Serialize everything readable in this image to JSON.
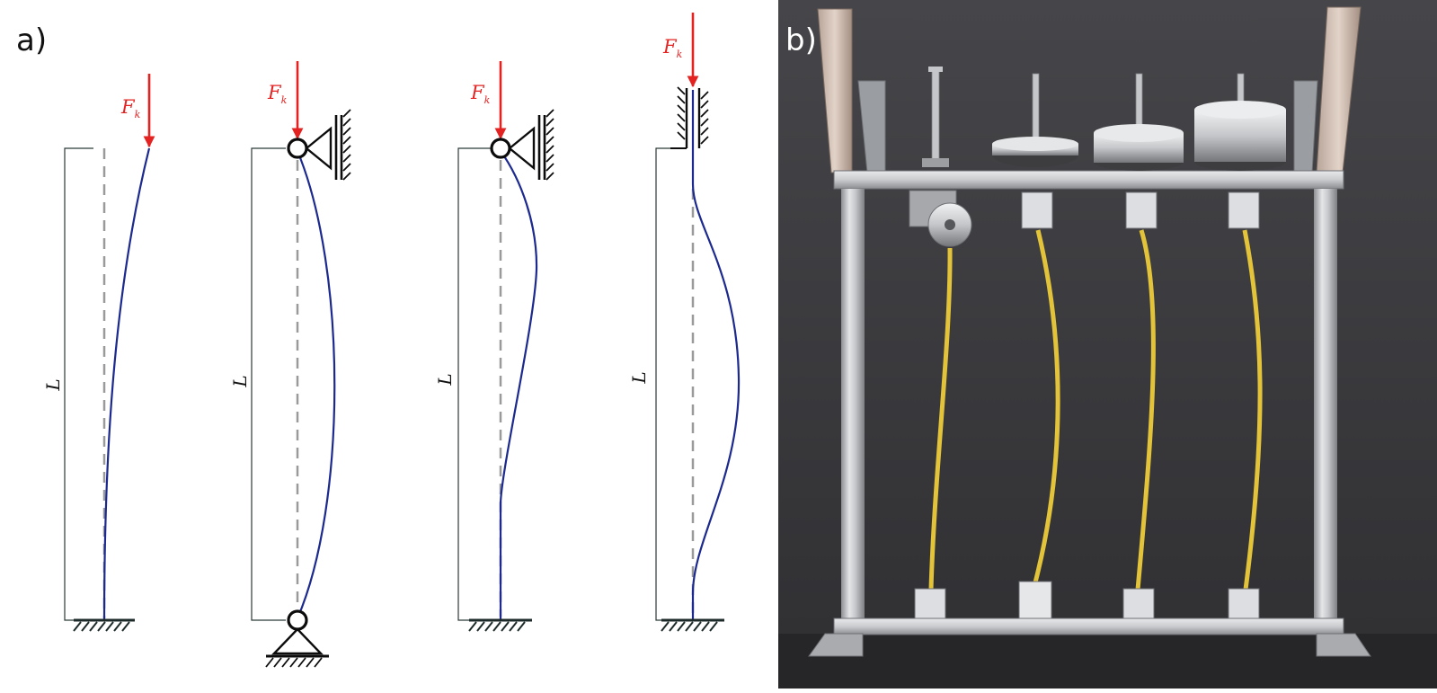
{
  "panels": {
    "a": {
      "label": "a)"
    },
    "b": {
      "label": "b)"
    }
  },
  "diagram": {
    "load_symbol": "F",
    "load_subscript": "k",
    "length_symbol": "L",
    "columns": [
      {
        "id": "fixed-free",
        "bottom": "fixed",
        "top": "free"
      },
      {
        "id": "pinned-pinned",
        "bottom": "pinned",
        "top": "roller"
      },
      {
        "id": "fixed-pinned",
        "bottom": "fixed",
        "top": "roller"
      },
      {
        "id": "fixed-fixed",
        "bottom": "fixed",
        "top": "guided-clamp"
      }
    ],
    "colors": {
      "load": "#e32322",
      "deflected_column": "#1c2a8f",
      "axis_dashed": "#9a9a9a",
      "support": "#1c2a2a"
    }
  },
  "photo": {
    "weights_on_top": [
      "none",
      "small",
      "medium",
      "large"
    ],
    "rod_color": "#e2c33a",
    "background_color": "#3c3c3e"
  }
}
